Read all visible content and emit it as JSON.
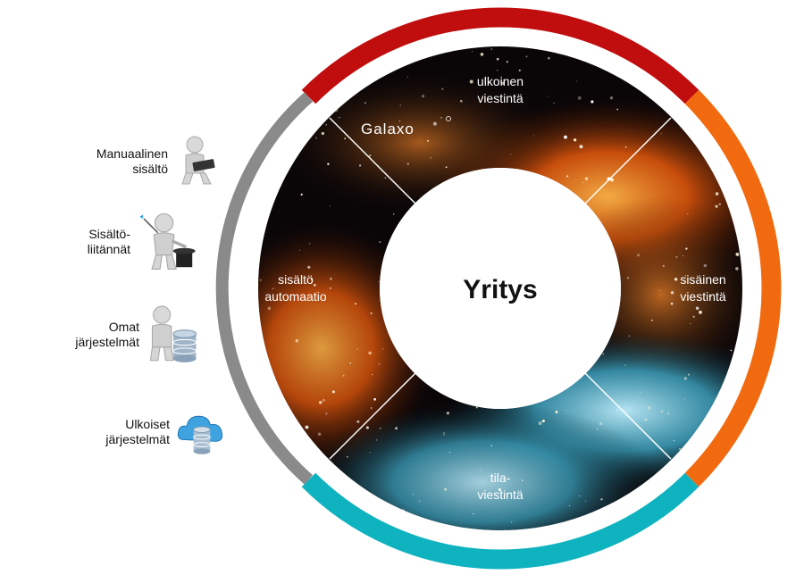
{
  "center": {
    "title": "Yritys"
  },
  "logo": {
    "text": "Galaxo"
  },
  "segments": {
    "top": {
      "line1": "ulkoinen",
      "line2": "viestintä",
      "color": "#c00d0d"
    },
    "right": {
      "line1": "sisäinen",
      "line2": "viestintä",
      "color": "#f26a10"
    },
    "bottom": {
      "line1": "tila-",
      "line2": "viestintä",
      "color": "#0fb3bf"
    },
    "left": {
      "line1": "sisältö",
      "line2": "automaatio",
      "color": "#8a8a8a"
    }
  },
  "sidebar": {
    "items": [
      {
        "line1": "Manuaalinen",
        "line2": "sisältö",
        "icon": "person-tablet-icon"
      },
      {
        "line1": "Sisältö-",
        "line2": "liitännät",
        "icon": "person-magic-hat-icon"
      },
      {
        "line1": "Omat",
        "line2": "järjestelmät",
        "icon": "person-database-icon"
      },
      {
        "line1": "Ulkoiset",
        "line2": "järjestelmät",
        "icon": "cloud-database-icon"
      }
    ]
  }
}
